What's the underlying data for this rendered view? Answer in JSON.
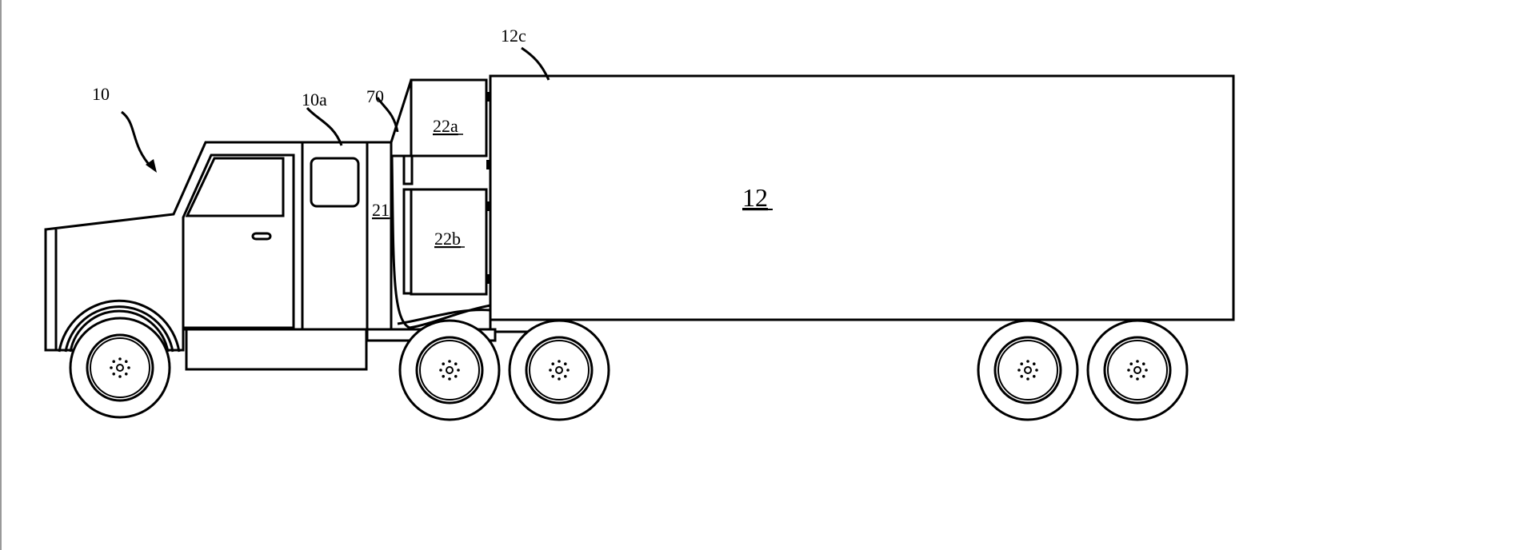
{
  "labels": {
    "truck": "10",
    "cab": "10a",
    "fairing": "70",
    "trailer_front": "12c",
    "unit_upper": "22a",
    "unit_lower": "22b",
    "panel": "21",
    "trailer": "12"
  },
  "colors": {
    "line": "#000000",
    "background": "#ffffff"
  }
}
